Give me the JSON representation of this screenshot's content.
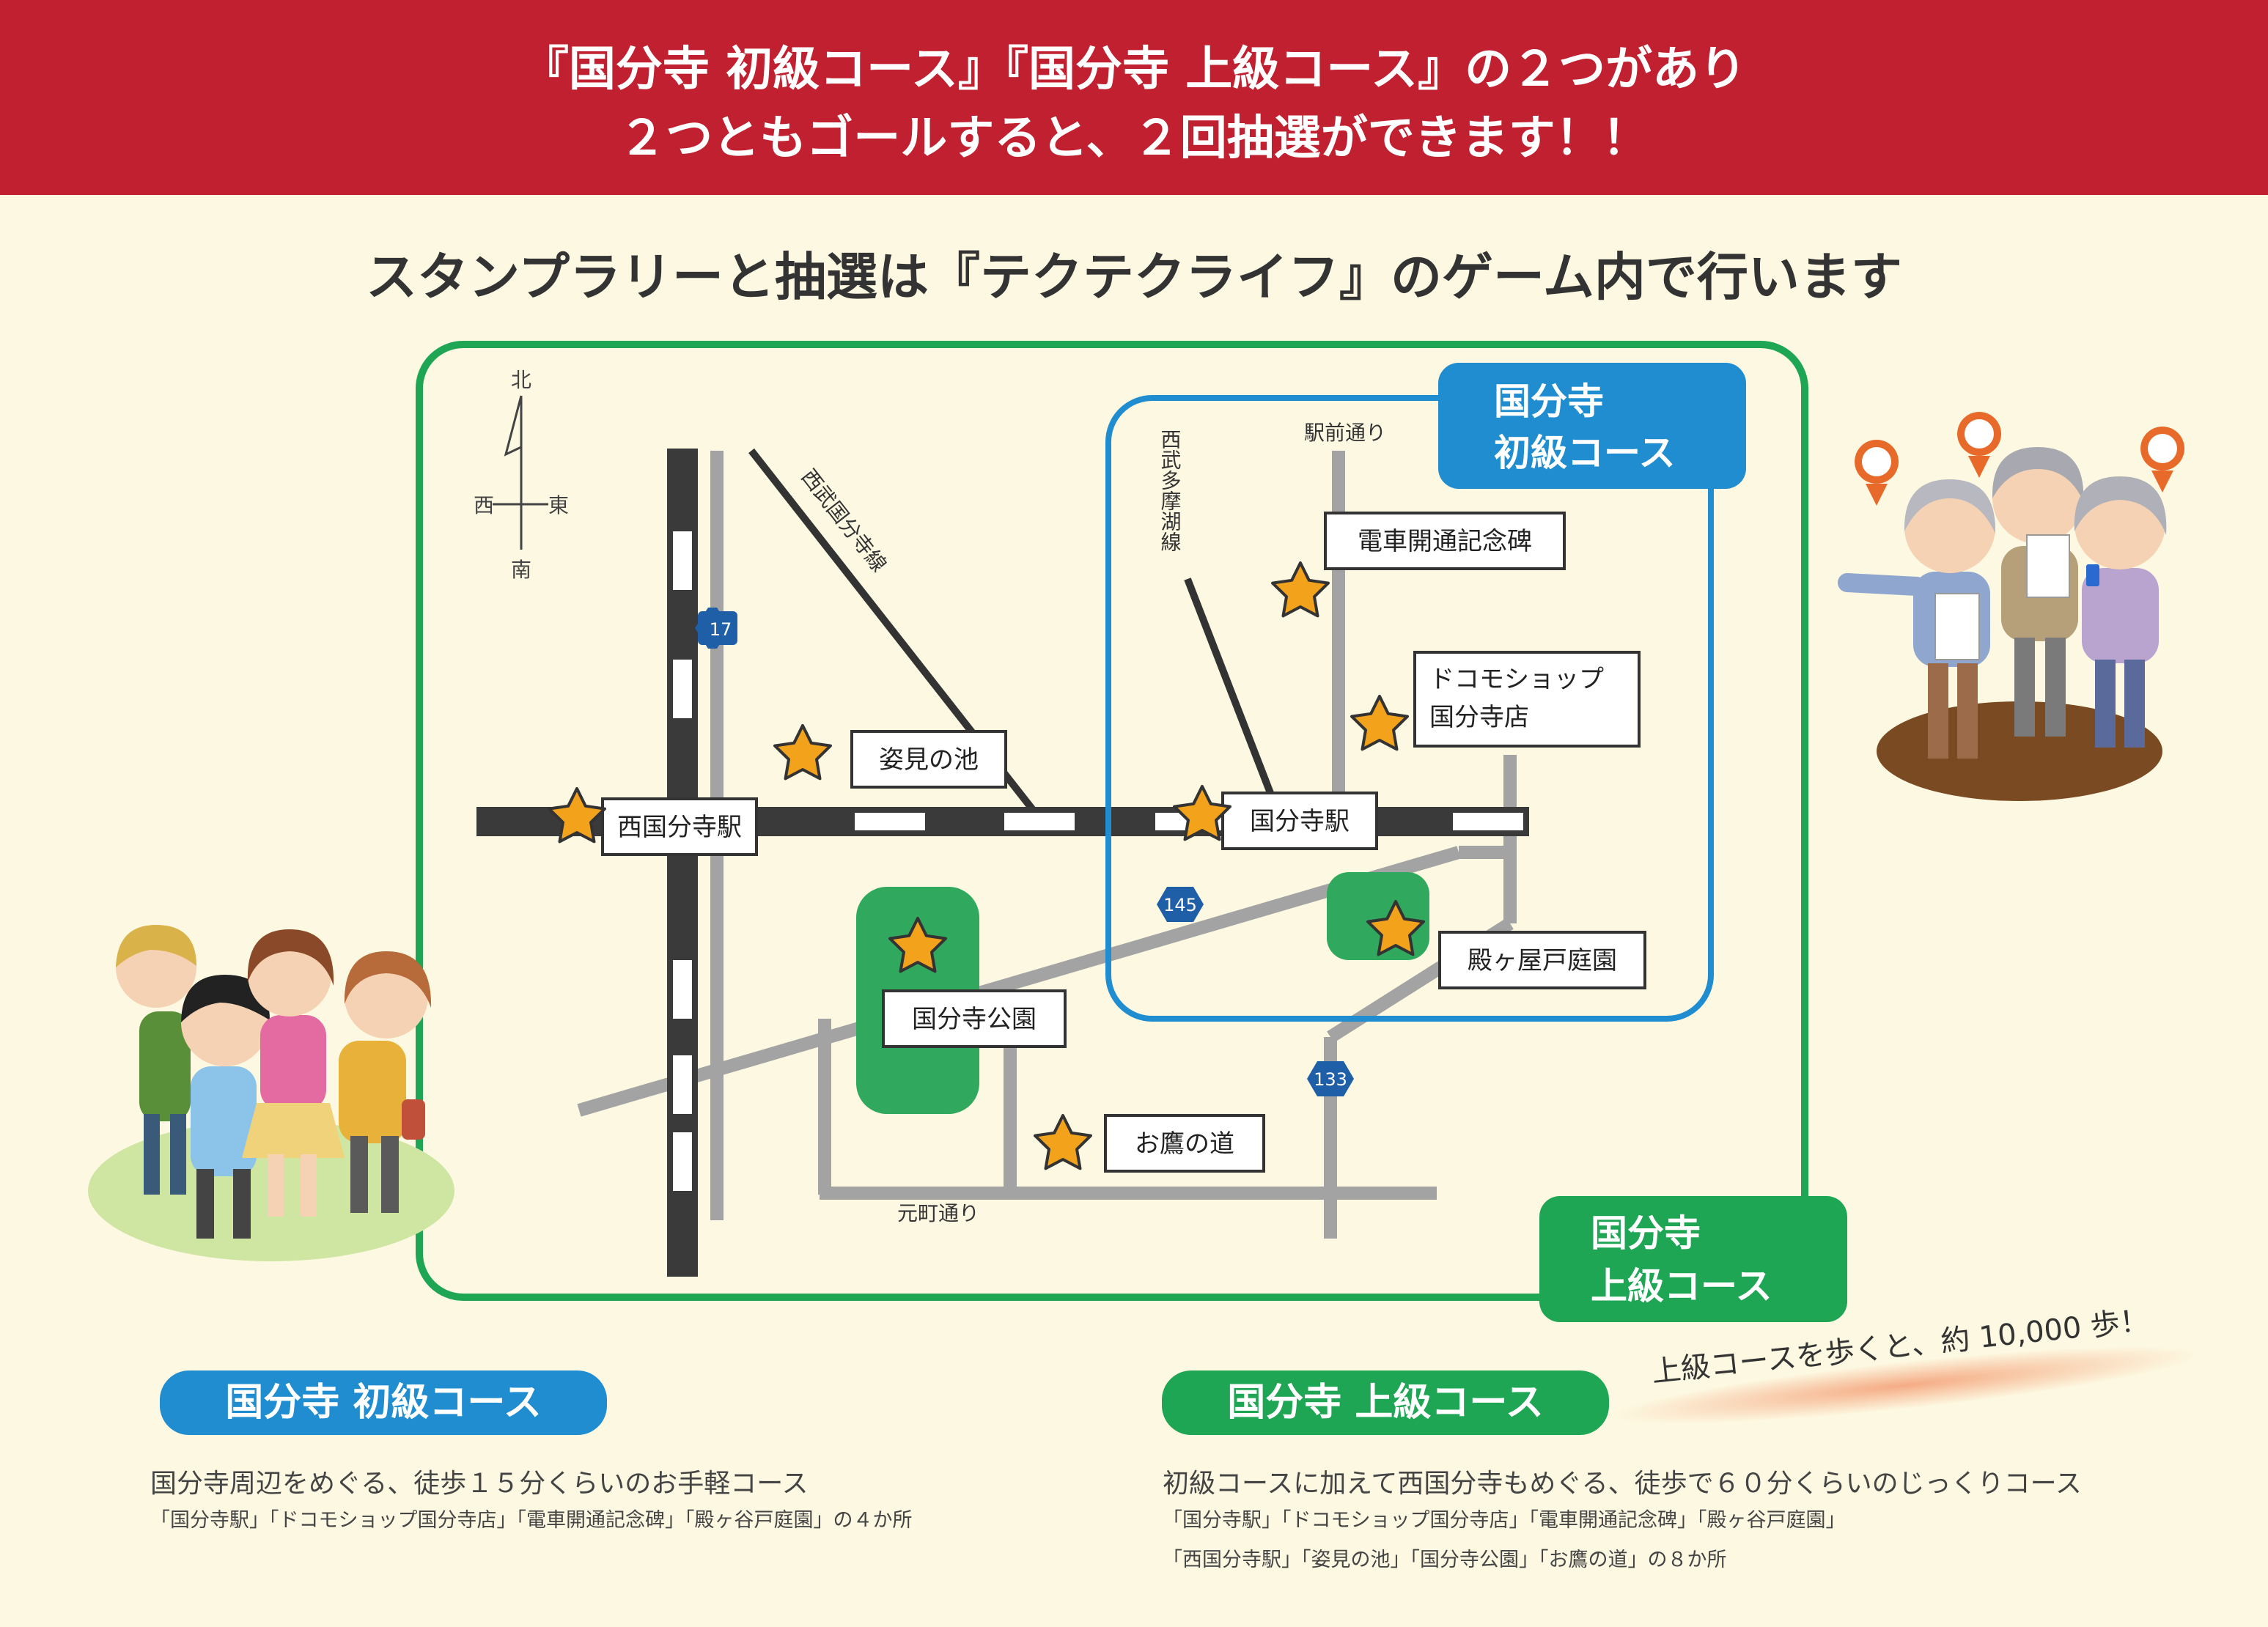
{
  "banner": {
    "line1": "『国分寺 初級コース』『国分寺 上級コース』の２つがあり",
    "line2": "２つともゴールすると、２回抽選ができます！！"
  },
  "subtitle": "スタンプラリーと抽選は『テクテクライフ』のゲーム内で行います",
  "compass": {
    "north": "北",
    "south": "南",
    "east": "東",
    "west": "西"
  },
  "map": {
    "railway_label_1": "西武国分寺線",
    "railway_label_2": "西武多摩湖線",
    "street_label_1": "駅前通り",
    "street_label_2": "元町通り",
    "routes": {
      "r17": "17",
      "r145": "145",
      "r133": "133"
    },
    "course_beginner_tag": {
      "line1": "国分寺",
      "line2": "初級コース"
    },
    "course_advanced_tag": {
      "line1": "国分寺",
      "line2": "上級コース"
    },
    "spots": {
      "nishi_kokubunji": "西国分寺駅",
      "sugatami": "姿見の池",
      "kokubunji_station": "国分寺駅",
      "denshakaitsu": "電車開通記念碑",
      "docomo_line1": "ドコモショップ",
      "docomo_line2": "国分寺店",
      "tonogaya": "殿ヶ屋戸庭園",
      "park": "国分寺公園",
      "otaka": "お鷹の道"
    },
    "colors": {
      "advanced": "#1ea655",
      "beginner": "#1f8dd0",
      "star": "#f2a31b",
      "rail": "#3a3a3a",
      "road": "#a3a3a3"
    }
  },
  "beginner": {
    "pill": "国分寺 初級コース",
    "desc": "国分寺周辺をめぐる、徒歩１５分くらいのお手軽コース",
    "spots": "「国分寺駅」「ドコモショップ国分寺店」「電車開通記念碑」「殿ヶ谷戸庭園」の４か所"
  },
  "advanced": {
    "pill": "国分寺 上級コース",
    "note": "上級コースを歩くと、約 10,000 歩！",
    "desc": "初級コースに加えて西国分寺もめぐる、徒歩で６０分くらいのじっくりコース",
    "spots1": "「国分寺駅」「ドコモショップ国分寺店」「電車開通記念碑」「殿ヶ谷戸庭園」",
    "spots2": "「西国分寺駅」「姿見の池」「国分寺公園」「お鷹の道」の８か所"
  }
}
